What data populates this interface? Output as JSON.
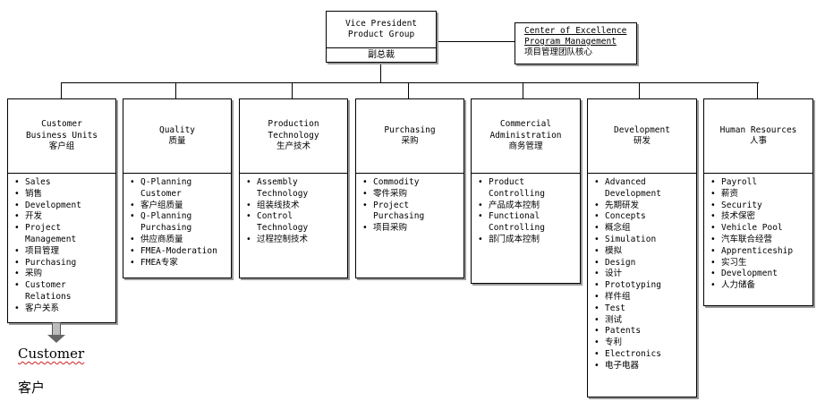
{
  "vp": {
    "title_line1": "Vice President",
    "title_line2": "Product Group",
    "subtitle": "副总裁"
  },
  "coe": {
    "line1": "Center of Excellence",
    "line2": "Program Management",
    "line3": "项目管理团队核心"
  },
  "departments": [
    {
      "lines": [
        "Customer",
        "Business Units",
        "客户组"
      ],
      "items": [
        "Sales",
        "销售",
        "Development",
        "开发",
        "Project Management",
        "项目管理",
        "Purchasing",
        "采购",
        "Customer Relations",
        "客户关系"
      ]
    },
    {
      "lines": [
        "Quality",
        "质量"
      ],
      "items": [
        "Q-Planning Customer",
        "客户组质量",
        "Q-Planning Purchasing",
        "供应商质量",
        "FMEA-Moderation",
        "FMEA专家"
      ]
    },
    {
      "lines": [
        "Production",
        "Technology",
        "生产技术"
      ],
      "items": [
        "Assembly Technology",
        "组装线技术",
        "Control Technology",
        "过程控制技术"
      ]
    },
    {
      "lines": [
        "Purchasing",
        "采购"
      ],
      "items": [
        "Commodity",
        "零件采购",
        "Project Purchasing",
        "项目采购"
      ]
    },
    {
      "lines": [
        "Commercial",
        "Administration",
        "商务管理"
      ],
      "items": [
        "Product Controlling",
        "产品成本控制",
        "Functional Controlling",
        "部门成本控制"
      ]
    },
    {
      "lines": [
        "Development",
        "研发"
      ],
      "items": [
        "Advanced Development",
        "先期研发",
        "Concepts",
        "概念组",
        "Simulation",
        "模拟",
        "Design",
        "设计",
        "Prototyping",
        "样件组",
        "Test",
        "测试",
        "Patents",
        "专利",
        "Electronics",
        "电子电器"
      ]
    },
    {
      "lines": [
        "Human Resources",
        "人事"
      ],
      "items": [
        "Payroll",
        "薪资",
        "Security",
        "技术保密",
        "Vehicle Pool",
        "汽车联合经营",
        "Apprenticeship",
        "实习生",
        "Development",
        "人力储备"
      ]
    }
  ],
  "customer": {
    "en": "Customer",
    "zh": "客户"
  }
}
